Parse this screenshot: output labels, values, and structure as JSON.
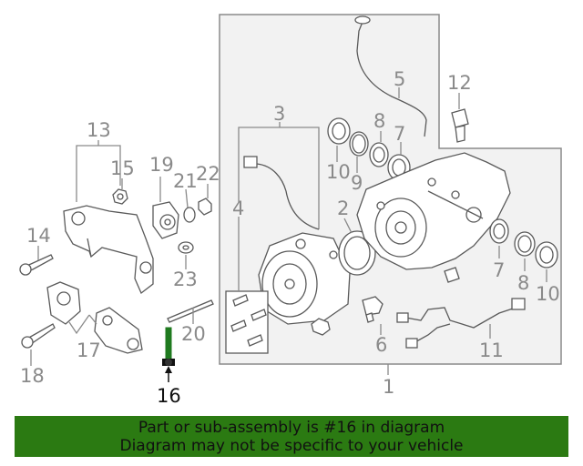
{
  "callouts": [
    "1",
    "2",
    "3",
    "4",
    "5",
    "6",
    "7",
    "7",
    "8",
    "8",
    "9",
    "10",
    "10",
    "11",
    "12",
    "13",
    "14",
    "15",
    "16",
    "17",
    "18",
    "19",
    "20",
    "21",
    "22",
    "23"
  ],
  "banner": {
    "line1": "Part or sub-assembly is #16 in diagram",
    "line2": "Diagram may not be specific to your vehicle"
  },
  "colors": {
    "banner_bg": "#2b7a12",
    "highlight_part": "#1f7a1f",
    "panel_bg": "#f2f2f2",
    "callout_text": "#8a8a8a"
  }
}
